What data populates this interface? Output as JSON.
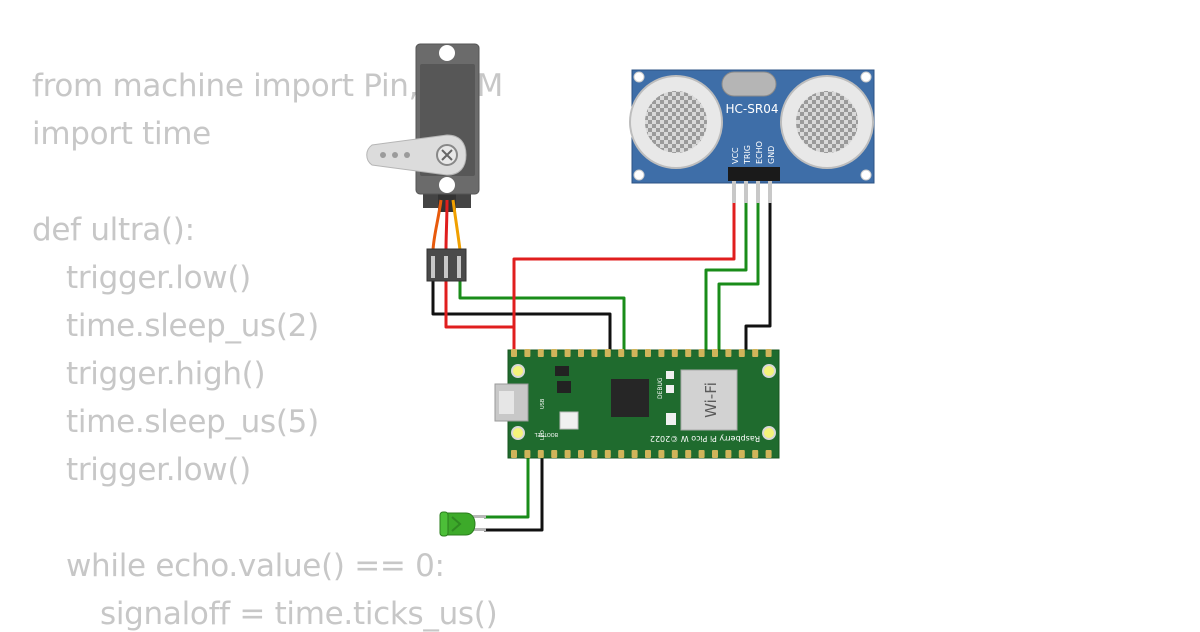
{
  "code_lines": [
    {
      "text": "from machine import Pin, PWM",
      "indent": 0
    },
    {
      "text": "import time",
      "indent": 0
    },
    {
      "text": "",
      "indent": 0
    },
    {
      "text": "def ultra():",
      "indent": 0
    },
    {
      "text": "trigger.low()",
      "indent": 1
    },
    {
      "text": "time.sleep_us(2)",
      "indent": 1
    },
    {
      "text": "trigger.high()",
      "indent": 1
    },
    {
      "text": "time.sleep_us(5)",
      "indent": 1
    },
    {
      "text": "trigger.low()",
      "indent": 1
    },
    {
      "text": "",
      "indent": 0
    },
    {
      "text": "while echo.value() == 0:",
      "indent": 1
    },
    {
      "text": "signaloff = time.ticks_us()",
      "indent": 2
    }
  ],
  "sensor": {
    "model": "HC-SR04",
    "pins": [
      "VCC",
      "TRIG",
      "ECHO",
      "GND"
    ]
  },
  "board": {
    "wifi_label": "Wi-Fi",
    "name_label": "Raspberry Pi Pico W ©2022",
    "debug_label": "DEBUG",
    "bootsel_label": "BOOTSEL",
    "usb_label": "USB",
    "led_label": "LED"
  },
  "colors": {
    "wire_red": "#e01e1e",
    "wire_green": "#1a8c1a",
    "wire_black": "#111111",
    "board_green": "#1f6b2e",
    "sensor_blue": "#3e6ea8",
    "led_green": "#3daa2a",
    "code_gray": "#c7c7c7"
  }
}
